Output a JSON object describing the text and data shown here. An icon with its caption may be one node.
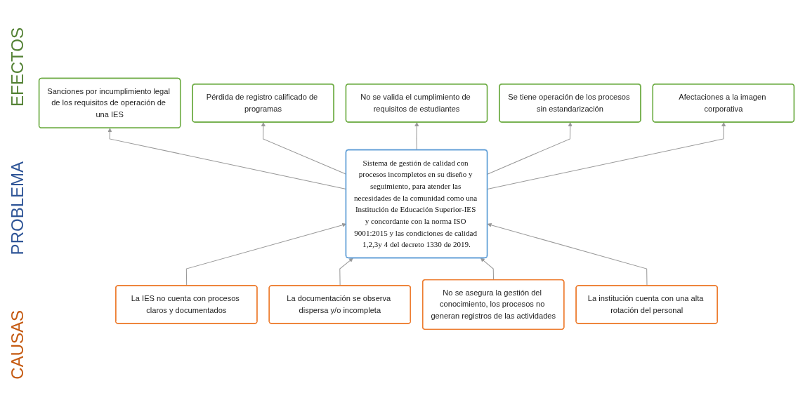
{
  "diagram": {
    "nodes": [
      {
        "text": [
          "Sanciones por incumplimiento legal de los requisitos de operación de una IES"
        ]
      },
      {
        "text": [
          "Pérdida de registro calificado de programas"
        ]
      },
      {
        "text": [
          "No se valida el cumplimiento de requisitos de estudiantes"
        ]
      },
      {
        "text": [
          "Se tiene operación de los procesos sin estandarización"
        ]
      },
      {
        "text": [
          "Afectaciones a la imagen corporativa"
        ]
      },
      {
        "text": [
          "Sistema de gestión de calidad con procesos incompletos en su diseño y seguimiento, para atender las necesidades de la comunidad como una Institución de Educación Superior-IES y concordante con la norma ISO 9001:2015 y las condiciones de calidad 1,2,3y 4 del decreto 1330 de 2019."
        ]
      },
      {
        "text": [
          "La IES no cuenta con procesos claros y documentados"
        ]
      },
      {
        "text": [
          "La documentación se observa dispersa y/o incompleta"
        ]
      },
      {
        "text": [
          "No se asegura la gestión del conocimiento, los procesos no generan registros de las actividades"
        ]
      },
      {
        "text": [
          "La institución cuenta con una alta rotación del personal"
        ]
      }
    ],
    "edges": [
      {
        "from": 5,
        "to": 0,
        "arrow": "to"
      },
      {
        "from": 5,
        "to": 1,
        "arrow": "to"
      },
      {
        "from": 5,
        "to": 2,
        "arrow": "to"
      },
      {
        "from": 5,
        "to": 3,
        "arrow": "to"
      },
      {
        "from": 5,
        "to": 4,
        "arrow": "to"
      },
      {
        "from": 6,
        "to": 5,
        "arrow": "to"
      },
      {
        "from": 7,
        "to": 5,
        "arrow": "to"
      },
      {
        "from": 8,
        "to": 5,
        "arrow": "to"
      },
      {
        "from": 9,
        "to": 5,
        "arrow": "to"
      }
    ],
    "labels": [
      "EFECTOS",
      "PROBLEMA",
      "CAUSAS"
    ]
  }
}
